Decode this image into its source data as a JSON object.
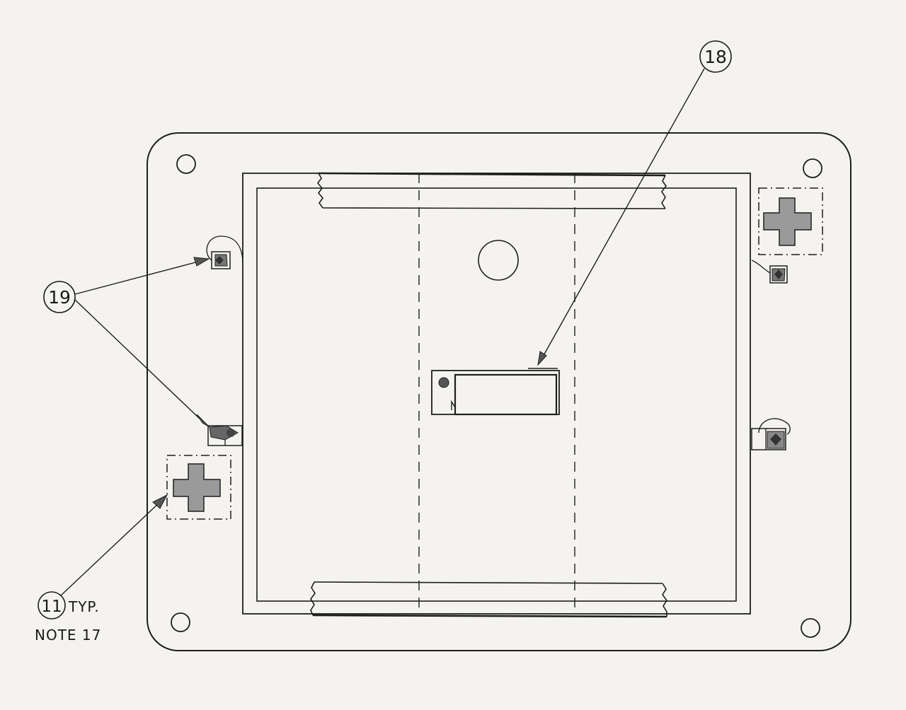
{
  "callouts": {
    "c18": {
      "number": "18"
    },
    "c19": {
      "number": "19"
    },
    "c11": {
      "number": "11",
      "suffix": "TYP.",
      "note": "NOTE 17"
    }
  },
  "colors": {
    "paper": "#f4f3ef",
    "ink": "#1e1e1e",
    "shade": "#9a9a9a",
    "dark_shade": "#555555"
  }
}
